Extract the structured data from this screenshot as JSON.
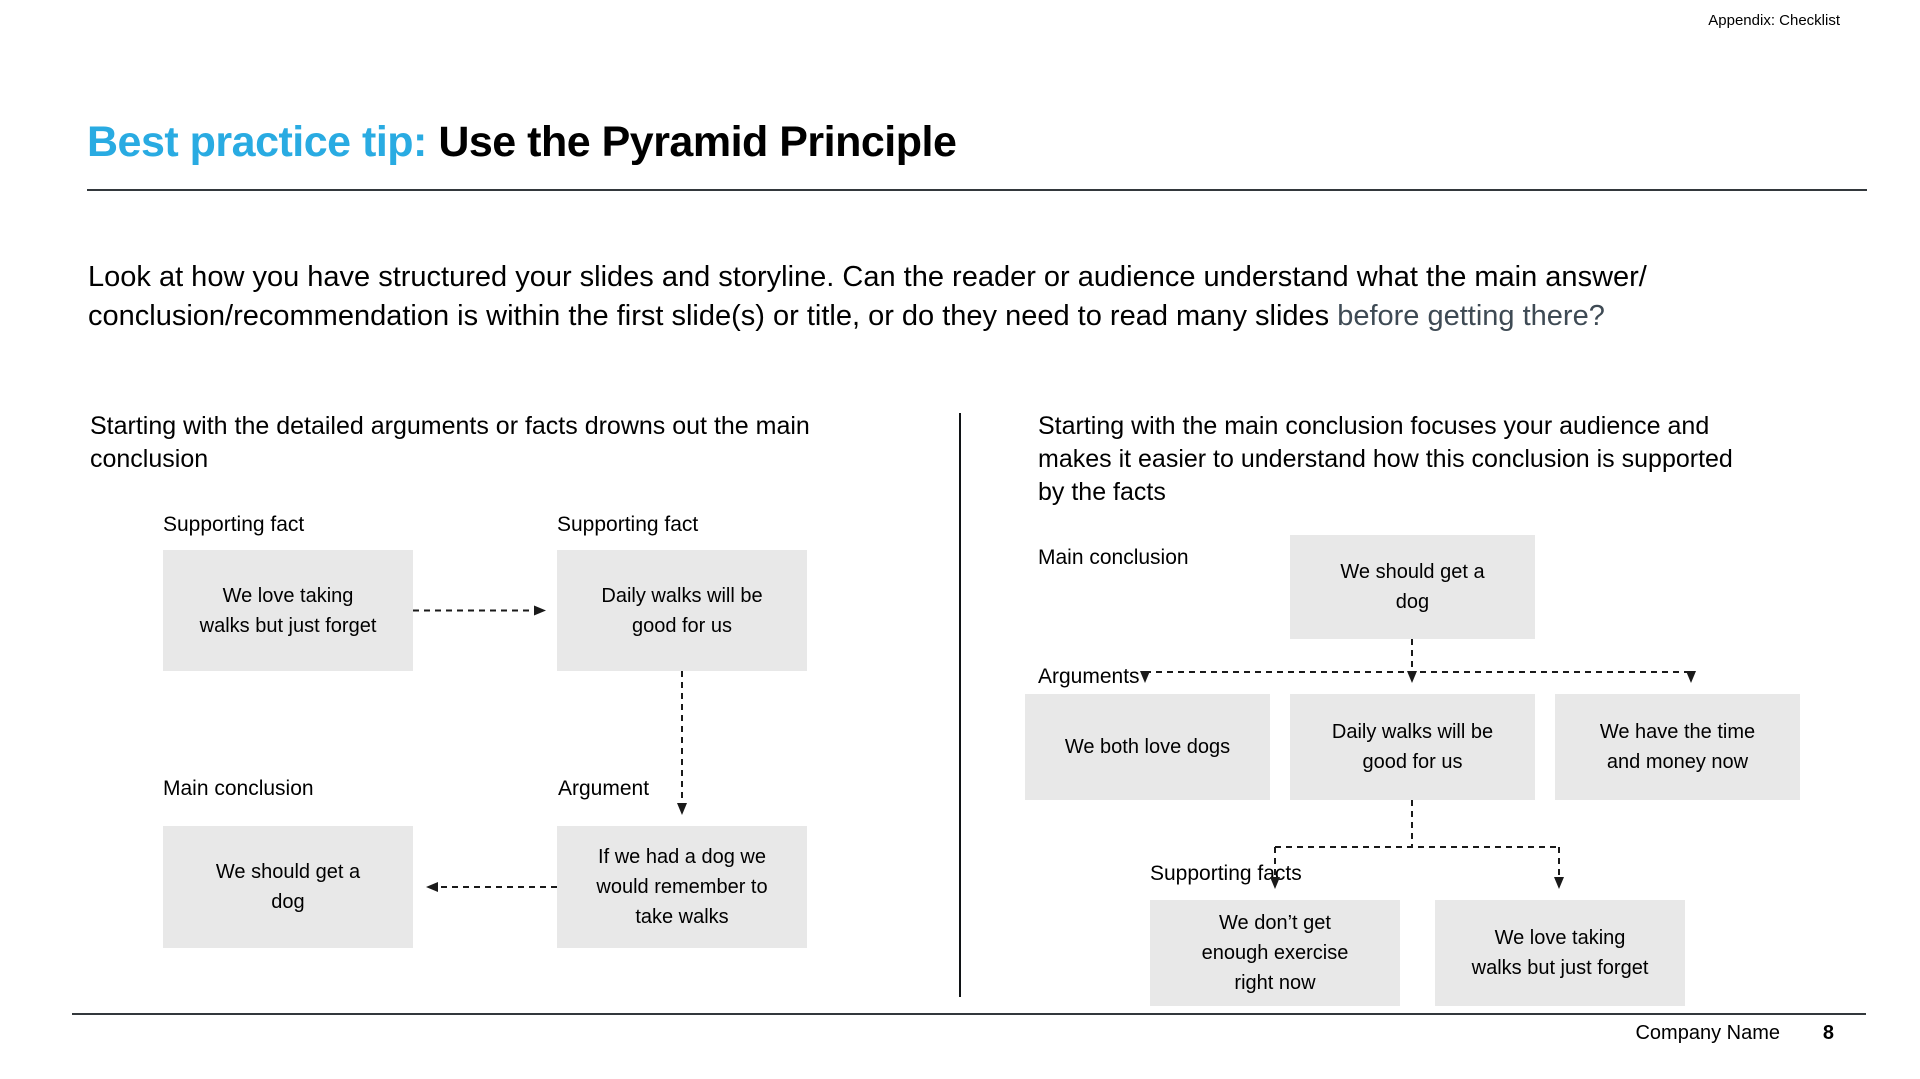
{
  "slide": {
    "appendix": "Appendix: Checklist",
    "title": {
      "highlight": "Best practice tip: ",
      "rest": "Use the Pyramid Principle"
    },
    "intro": {
      "line1": "Look at how you have structured your slides and storyline. Can the reader or audience understand what the main answer/",
      "line2": "conclusion/recommendation is within the first slide(s) or title, or do they need to read many slides ",
      "line2_highlight": "before getting there?"
    },
    "footer": {
      "company": "Company Name",
      "page": "8"
    }
  },
  "left_diagram": {
    "heading": "Starting with the detailed arguments or facts drowns out the main\nconclusion",
    "label_supporting_fact_1": "Supporting fact",
    "label_supporting_fact_2": "Supporting fact",
    "label_main_conclusion": "Main conclusion",
    "label_argument": "Argument",
    "box_fact_1": "We love taking\nwalks but just forget",
    "box_fact_2": "Daily walks will be\ngood for us",
    "box_conclusion": "We should get a\ndog",
    "box_argument": "If we had a dog we\nwould remember to\ntake walks"
  },
  "right_diagram": {
    "heading": "Starting with the main conclusion focuses your audience and\nmakes it easier to understand how this conclusion is supported\nby the facts",
    "label_main_conclusion": "Main conclusion",
    "label_arguments": "Arguments",
    "label_supporting_facts": "Supporting facts",
    "box_conclusion": "We should get a\ndog",
    "box_argument_1": "We both love dogs",
    "box_argument_2": "Daily walks will be\ngood for us",
    "box_argument_3": "We have the time\nand money now",
    "box_fact_1": "We don’t get\nenough exercise\nright now",
    "box_fact_2": "We love taking\nwalks but just forget"
  },
  "colors": {
    "accent_blue": "#29ABE2",
    "box_fill": "#E8E8E8",
    "muted_text": "#3E4A54",
    "line_color": "#1a1a1a"
  }
}
